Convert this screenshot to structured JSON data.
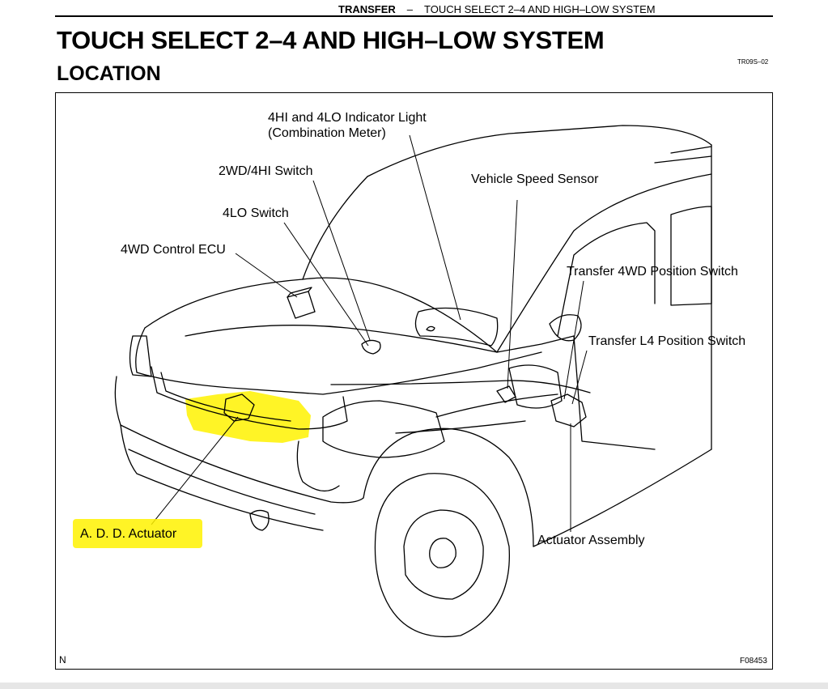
{
  "header": {
    "section": "TRANSFER",
    "separator": "–",
    "subsection": "TOUCH SELECT 2–4 AND HIGH–LOW SYSTEM"
  },
  "page_title": "TOUCH SELECT 2–4 AND HIGH–LOW SYSTEM",
  "section_title": "LOCATION",
  "doc_code": "TR09S–02",
  "figure": {
    "labels": {
      "indicator_light_line1": "4HI and 4LO Indicator Light",
      "indicator_light_line2": "(Combination Meter)",
      "switch_2wd_4hi": "2WD/4HI Switch",
      "switch_4lo": "4LO Switch",
      "control_ecu": "4WD Control ECU",
      "speed_sensor": "Vehicle Speed Sensor",
      "transfer_4wd_switch": "Transfer 4WD Position Switch",
      "transfer_l4_switch": "Transfer L4 Position Switch",
      "add_actuator": "A. D. D. Actuator",
      "actuator_assembly": "Actuator Assembly"
    },
    "corner_mark": "N",
    "figure_code": "F08453",
    "highlight_color": "#fff200"
  }
}
